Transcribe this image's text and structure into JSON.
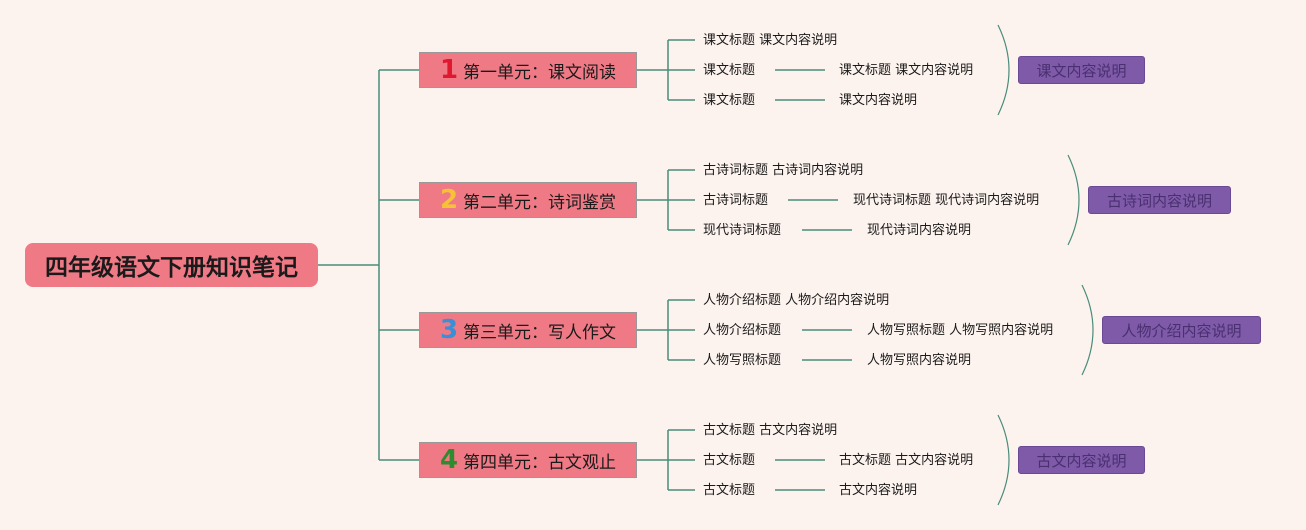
{
  "root_title": "四年级语文下册知识笔记",
  "colors": {
    "background": "#fdf3ee",
    "node": "#ef7a86",
    "connector": "#4a8c7a",
    "summary": "#7e5aa8"
  },
  "units": [
    {
      "num": "1",
      "num_color": "#e0182e",
      "label": "第一单元：课文阅读",
      "rows": [
        {
          "left": "课文标题 课文内容说明",
          "right": ""
        },
        {
          "left": "课文标题",
          "right": "课文标题 课文内容说明"
        },
        {
          "left": "课文标题",
          "right": "课文内容说明"
        }
      ],
      "summary": "课文内容说明"
    },
    {
      "num": "2",
      "num_color": "#f5c236",
      "label": "第二单元：诗词鉴赏",
      "rows": [
        {
          "left": "古诗词标题 古诗词内容说明",
          "right": ""
        },
        {
          "left": "古诗词标题",
          "right": "现代诗词标题 现代诗词内容说明"
        },
        {
          "left": "现代诗词标题",
          "right": "现代诗词内容说明"
        }
      ],
      "summary": "古诗词内容说明"
    },
    {
      "num": "3",
      "num_color": "#3a8fd6",
      "label": "第三单元：写人作文",
      "rows": [
        {
          "left": "人物介绍标题 人物介绍内容说明",
          "right": ""
        },
        {
          "left": "人物介绍标题",
          "right": "人物写照标题 人物写照内容说明"
        },
        {
          "left": "人物写照标题",
          "right": "人物写照内容说明"
        }
      ],
      "summary": "人物介绍内容说明"
    },
    {
      "num": "4",
      "num_color": "#2e8b2e",
      "label": "第四单元：古文观止",
      "rows": [
        {
          "left": "古文标题 古文内容说明",
          "right": ""
        },
        {
          "left": "古文标题",
          "right": "古文标题 古文内容说明"
        },
        {
          "left": "古文标题",
          "right": "古文内容说明"
        }
      ],
      "summary": "古文内容说明"
    }
  ]
}
